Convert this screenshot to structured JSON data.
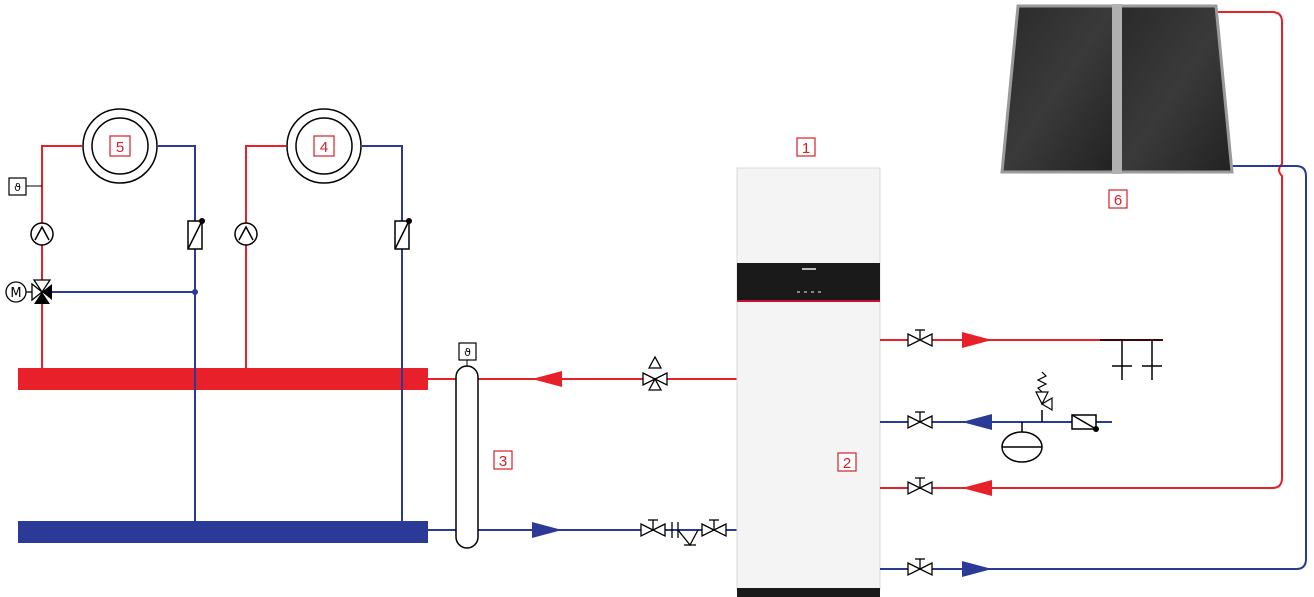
{
  "diagram": {
    "labels": {
      "boiler": "1",
      "dhw_cylinder": "2",
      "hydraulic_separator": "3",
      "heating_circuit_direct": "4",
      "heating_circuit_mixed": "5",
      "solar_collectors": "6"
    },
    "colors": {
      "flow": "#e8202a",
      "return": "#2b3a96",
      "label": "#d42026",
      "boiler_panel": "#1a1a1a",
      "boiler_accent": "#c8102e"
    },
    "icons": [
      "pump-icon",
      "temperature-sensor-icon",
      "mixing-valve-icon",
      "motor-icon",
      "check-valve-icon",
      "shutoff-valve-icon",
      "expansion-vessel-icon",
      "safety-valve-icon",
      "strainer-icon",
      "flow-arrow-icon"
    ]
  }
}
